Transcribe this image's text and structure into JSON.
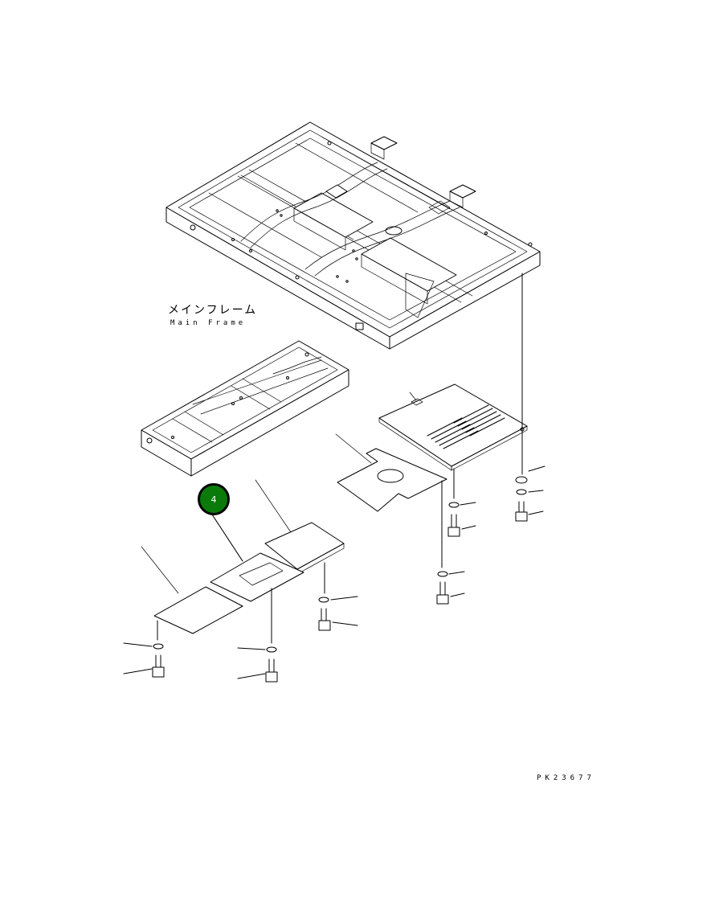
{
  "diagram": {
    "main_frame_label_jp": "メインフレーム",
    "main_frame_label_en": "Main Frame",
    "callout_number": "4",
    "drawing_number": "PK23677",
    "callout_color": "#0a7a0a"
  }
}
